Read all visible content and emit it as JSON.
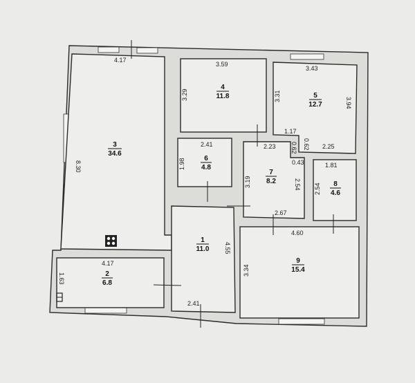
{
  "rooms": [
    {
      "number": "1",
      "area": "11.0"
    },
    {
      "number": "2",
      "area": "6.8"
    },
    {
      "number": "3",
      "area": "34.6"
    },
    {
      "number": "4",
      "area": "11.8"
    },
    {
      "number": "5",
      "area": "12.7"
    },
    {
      "number": "6",
      "area": "4.8"
    },
    {
      "number": "7",
      "area": "8.2"
    },
    {
      "number": "8",
      "area": "4.6"
    },
    {
      "number": "9",
      "area": "15.4"
    }
  ],
  "dimensions": {
    "r3_width": "4.17",
    "r3_height": "8.30",
    "r4_width": "3.59",
    "r4_height": "3.29",
    "r5_width": "3.43",
    "r5_height_left": "3.31",
    "r5_height_right": "3.94",
    "r5_bottom": "2.25",
    "r5_notch_w": "1.17",
    "r5_notch_h": "0.62",
    "r6_width": "2.41",
    "r6_height": "1.98",
    "r7_top": "2.23",
    "r7_notch_h": "0.62",
    "r7_notch_w": "0.43",
    "r7_left": "3.19",
    "r7_right": "2.54",
    "r7_bottom": "2.67",
    "r8_width": "1.81",
    "r8_height": "2.54",
    "r9_width": "4.60",
    "r9_height": "3.34",
    "r1_height": "4.55",
    "r1_bottom": "2.41",
    "r2_width": "4.17",
    "r2_height": "1.63"
  },
  "icons": [
    "stove-icon",
    "boiler-icon"
  ]
}
